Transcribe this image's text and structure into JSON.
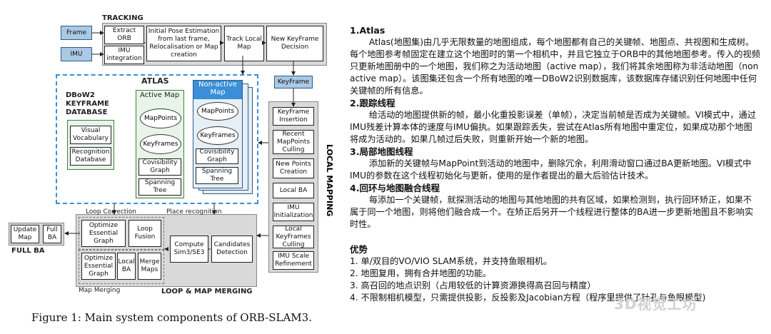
{
  "figure": {
    "tracking": {
      "title": "TRACKING",
      "frame": "Frame",
      "imu": "IMU",
      "extract_orb": "Extract ORB",
      "imu_integration": "IMU integration",
      "initial_pose": "Initial Pose Estimation from last frame, Relocalisation or Map creation",
      "track_local_map": "Track Local Map",
      "new_keyframe_decision": "New KeyFrame Decision"
    },
    "keyframe": "KeyFrame",
    "atlas": {
      "title": "ATLAS",
      "dbow2": "DBoW2 KEYFRAME DATABASE",
      "visual_vocabulary": "Visual Vocabulary",
      "recognition_database": "Recognition Database",
      "active_map": "Active Map",
      "non_active_map": "Non-active Map",
      "mappoints": "MapPoints",
      "keyframes": "KeyFrames",
      "covisibility_graph": "Covisibility Graph",
      "spanning_tree": "Spanning Tree"
    },
    "local_mapping": {
      "title": "LOCAL MAPPING",
      "keyframe_insertion": "KeyFrame Insertion",
      "recent_mappoints_culling": "Recent MapPoints Culling",
      "new_points_creation": "New Points Creation",
      "local_ba": "Local BA",
      "imu_initialization": "IMU Initialization",
      "local_keyframes_culling": "Local KeyFrames Culling",
      "imu_scale_refinement": "IMU Scale Refinement"
    },
    "loop": {
      "title": "LOOP & MAP MERGING",
      "loop_correction": "Loop Correction",
      "place_recognition": "Place recognition",
      "map_merging": "Map Merging",
      "optimize_essential_graph": "Optimize Essential Graph",
      "loop_fusion": "Loop Fusion",
      "local_ba": "Local BA",
      "merge_maps": "Merge Maps",
      "compute_sim3": "Compute Sim3/SE3",
      "candidates_detection": "Candidates Detection"
    },
    "full_ba": {
      "title": "FULL BA",
      "update_map": "Update Map",
      "full_ba": "Full BA"
    },
    "caption": "Figure 1: Main system components of ORB-SLAM3."
  },
  "text": {
    "s1_title": "1.Atlas",
    "s1_body": "Atlas(地图集)由几乎无限数量的地图组成，每个地图都有自己的关键帧、地图点、共视图和生成树。每个地图参考帧固定在建立这个地图时的第一个相机中，并且它独立于ORB中的其他地图参考。传入的视频只更新地图册中的一个地图，我们称之为活动地图（active map），我们将其余地图称为非活动地图（non active map）。该图集还包含一个所有地图的唯一DBoW2识别数据库，该数据库存储识别任何地图中任何关键帧的所有信息。",
    "s2_title": "2.跟踪线程",
    "s2_body": "给活动的地图提供新的帧，最小化重投影误差（单帧），决定当前帧是否成为关键帧。VI模式中，通过IMU残差计算本体的速度与IMU偏执。如果跟踪丢失，尝试在Atlas所有地图中重定位，如果成功那个地图将成为活动的。如果几帧过后失败，则重新开始一个新的地图。",
    "s3_title": "3.局部地图线程",
    "s3_body": "添加新的关键帧与MapPoint到活动的地图中，删除冗余，利用滑动窗口通过BA更新地图。VI模式中IMU的参数在这个线程初始化与更新，使用的是作者提出的最大后验估计技术。",
    "s4_title": "4.回环与地图融合线程",
    "s4_body": "每添加一个关键帧，就探测活动的地图与其他地图的共有区域，如果检测到，执行回环矫正，如果不属于同一个地图，则将他们融合成一个。在矫正后另开一个线程进行整体的BA进一步更新地图且不影响实时性。",
    "adv_title": "优势",
    "adv_1": "1. 单/双目的VO/VIO SLAM系统，并支持鱼眼相机。",
    "adv_2": "2. 地图复用，拥有合并地图的功能。",
    "adv_3": "3. 高召回的地点识别（占用较低的计算资源换得高召回与精度）",
    "adv_4": "4. 不限制相机模型，只需提供投影，反投影及Jacobian方程（程序里提供了针孔与鱼眼模型)",
    "watermark": "3D视觉工坊"
  },
  "colors": {
    "blue_box": "#a9c9e4",
    "green_panel": "#e9f4e9",
    "gray_panel": "#d9d9d9",
    "atlas_dash": "#3a8fd8"
  }
}
